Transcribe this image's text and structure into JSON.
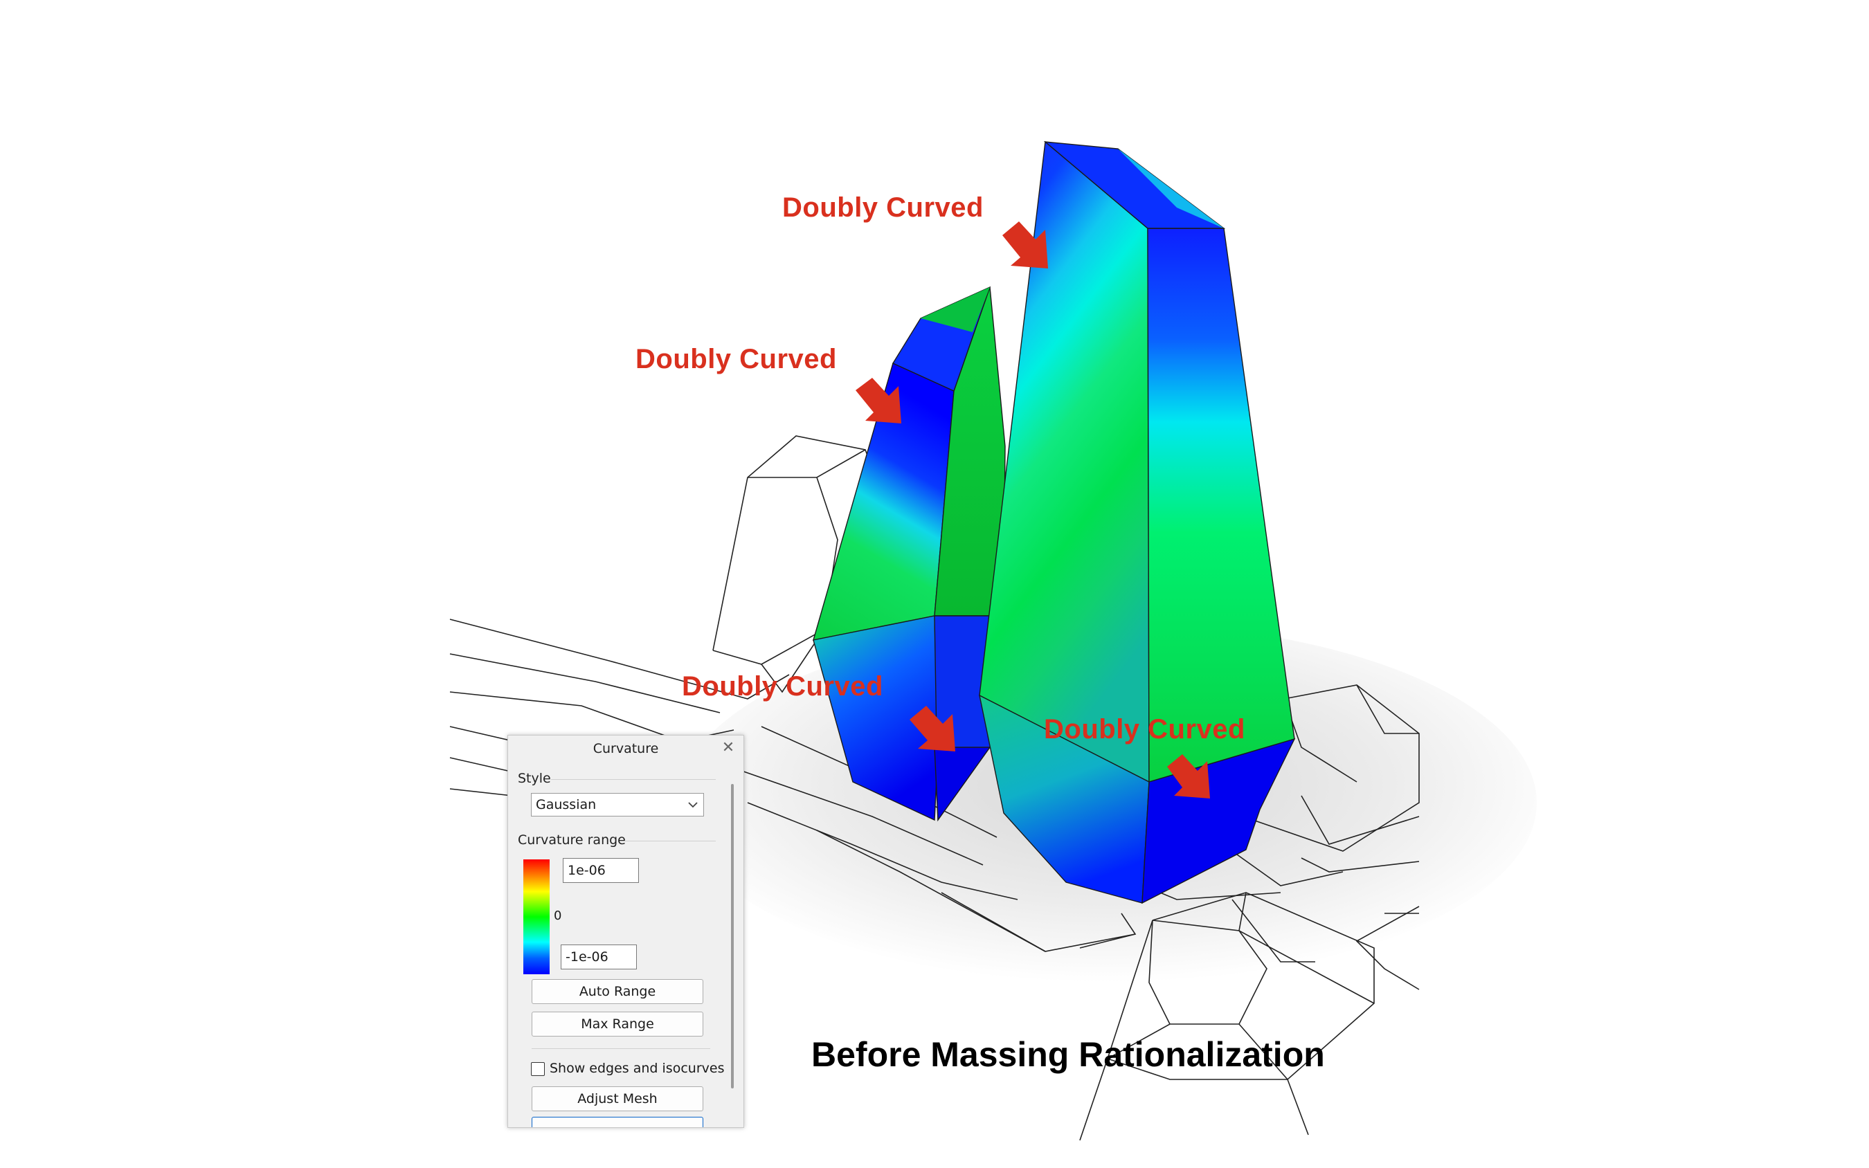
{
  "annotations": [
    {
      "text": "Doubly Curved"
    },
    {
      "text": "Doubly Curved"
    },
    {
      "text": "Doubly Curved"
    },
    {
      "text": "Doubly Curved"
    }
  ],
  "caption": "Before Massing Rationalization",
  "colors": {
    "annotation": "#d9301e",
    "caption": "#000000"
  },
  "curvature_panel": {
    "title": "Curvature",
    "close_icon": "close-icon",
    "style_label": "Style",
    "style_value": "Gaussian",
    "range_label": "Curvature range",
    "max_value": "1e-06",
    "zero_label": "0",
    "min_value": "-1e-06",
    "auto_range": "Auto Range",
    "max_range": "Max Range",
    "show_edges": "Show edges and isocurves",
    "show_edges_checked": false,
    "adjust_mesh": "Adjust Mesh"
  }
}
